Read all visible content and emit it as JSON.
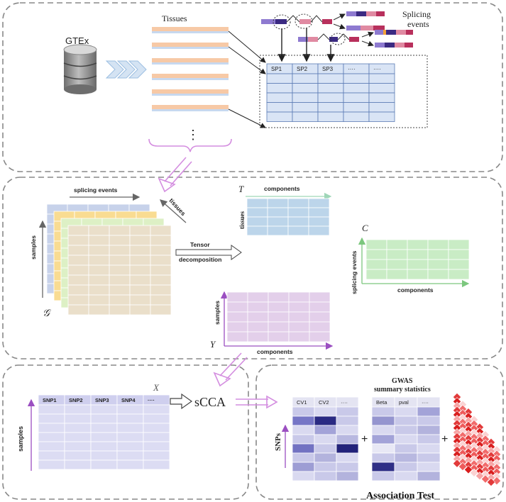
{
  "top_panel": {
    "source_label": "GTEx",
    "tissues_label": "Tissues",
    "ellipsis": "⋮",
    "splicing_events_label": [
      "Splicing",
      "events"
    ],
    "table_headers": [
      "SP1",
      "SP2",
      "SP3",
      "····",
      "····"
    ],
    "colors": {
      "tissue_slice": "#f7c9a6",
      "table_fill": "#d9e4f5",
      "table_stroke": "#5a7bb5"
    }
  },
  "middle_panel": {
    "tensor_symbol": "𝒢",
    "tensor_top_label": "splicing events",
    "tensor_side_label": "tissues",
    "tensor_axis_label": "samples",
    "decomposition_label": [
      "Tensor",
      "decomposition"
    ],
    "T": {
      "symbol": "T",
      "col_label": "components",
      "row_label": "tissues",
      "color": "#bcd5ea"
    },
    "C": {
      "symbol": "C",
      "col_label": "components",
      "row_label": "splicing events",
      "color": "#c9ecc5"
    },
    "Y": {
      "symbol": "Y",
      "col_label": "components",
      "row_label": "samples",
      "color": "#e3cfea"
    },
    "layer_colors": [
      "#c7d2ea",
      "#f9dc92",
      "#ddf0c5",
      "#eadfca"
    ]
  },
  "bottom_left_panel": {
    "matrix_symbol": "X",
    "row_label": "samples",
    "headers": [
      "SNP1",
      "SNP2",
      "SNP3",
      "SNP4",
      "····"
    ],
    "method_label": "sCCA",
    "color": "#dcdcf3"
  },
  "bottom_right_panel": {
    "title": "Association Test",
    "row_label": "SNPs",
    "gwas_label": [
      "GWAS",
      "summary statistics"
    ],
    "cv_headers": [
      "CV1",
      "CV2",
      "····"
    ],
    "stat_headers": [
      "Beta",
      "pval",
      "····"
    ],
    "plus": "+"
  }
}
